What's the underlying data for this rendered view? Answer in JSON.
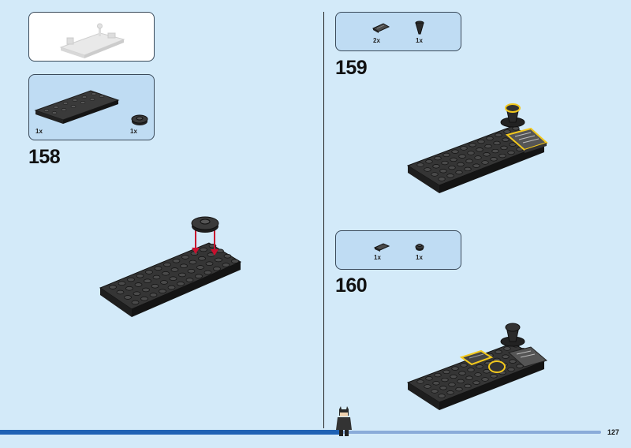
{
  "steps": [
    {
      "number": "158",
      "parts": [
        {
          "qty": "1x",
          "part": "plate-2x6"
        },
        {
          "qty": "1x",
          "part": "round-plate-2x2"
        }
      ]
    },
    {
      "number": "159",
      "parts": [
        {
          "qty": "2x",
          "part": "slope-tile"
        },
        {
          "qty": "1x",
          "part": "cone-piece"
        }
      ]
    },
    {
      "number": "160",
      "parts": [
        {
          "qty": "1x",
          "part": "tile-with-grille"
        },
        {
          "qty": "1x",
          "part": "round-plate-1x1"
        }
      ]
    }
  ],
  "page_number": "127",
  "colors": {
    "background": "#d3eaf9",
    "parts_box": "#bfdcf3",
    "brick": "#2e2e2e",
    "highlight": "#f2c81d",
    "arrow": "#c8102e",
    "progress": "#1f62b4"
  }
}
